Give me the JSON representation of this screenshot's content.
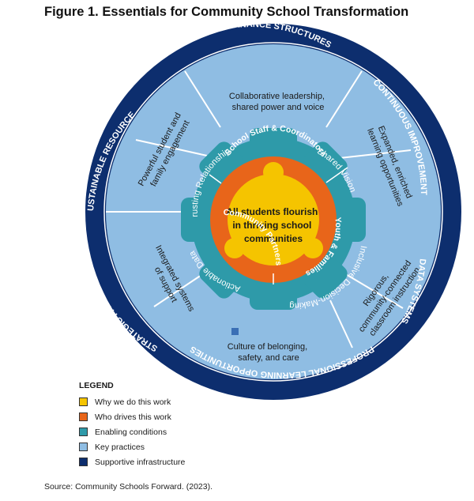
{
  "title": "Figure 1. Essentials for Community School Transformation",
  "center": [
    "All students flourish",
    "in thriving school",
    "communities"
  ],
  "who_drives": [
    "School Staff & Coordinators",
    "Youth & Families",
    "Community Partners"
  ],
  "enabling_conditions": [
    "Trusting Relationships",
    "Shared Vision",
    "Inclusive Decision-Making",
    "Actionable Data"
  ],
  "key_practices": {
    "top": [
      "Collaborative leadership,",
      "shared power and voice"
    ],
    "right_upper": [
      "Expanded, enriched",
      "learning opportunities"
    ],
    "right_lower": [
      "Rigorous,",
      "community-connected",
      "classroom instruction"
    ],
    "bottom": [
      "Culture of belonging,",
      "safety, and care"
    ],
    "left_lower": [
      "Integrated systems",
      "of support"
    ],
    "left_upper": [
      "Powerful student and",
      "family engagement"
    ]
  },
  "infrastructure": [
    "SHARED GOVERNANCE STRUCTURES",
    "CONTINUOUS IMPROVEMENT",
    "DATA SYSTEMS",
    "PROFESSIONAL LEARNING OPPORTUNITIES",
    "STRATEGIC PARTNERSHIPS",
    "SUSTAINABLE RESOURCES"
  ],
  "legend": {
    "title": "LEGEND",
    "items": [
      {
        "label": "Why we do this work",
        "color": "#F5C400"
      },
      {
        "label": "Who drives this work",
        "color": "#E8651A"
      },
      {
        "label": "Enabling conditions",
        "color": "#2E9AA9"
      },
      {
        "label": "Key practices",
        "color": "#8FBDE3"
      },
      {
        "label": "Supportive infrastructure",
        "color": "#0D2E6E"
      }
    ]
  },
  "source": "Source: Community Schools Forward. (2023)."
}
